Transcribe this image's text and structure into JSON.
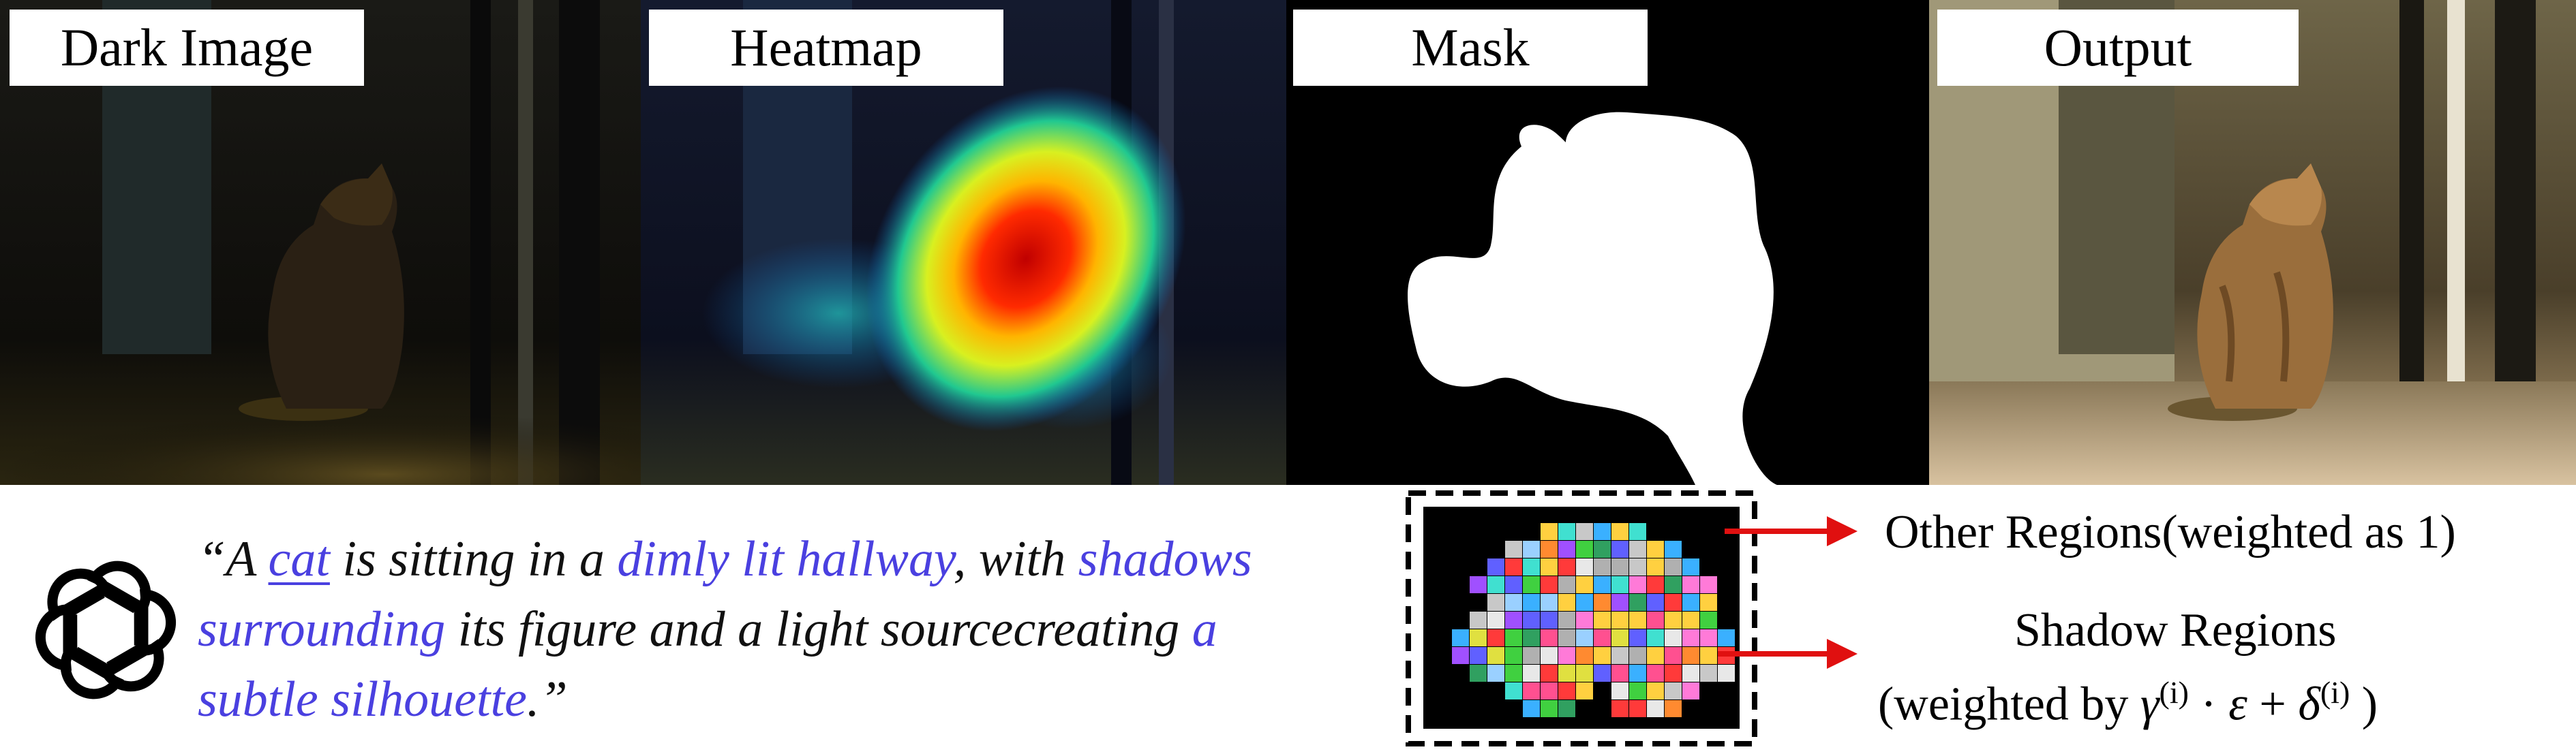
{
  "panels": [
    {
      "label": "Dark Image"
    },
    {
      "label": "Heatmap"
    },
    {
      "label": "Mask"
    },
    {
      "label": "Output"
    }
  ],
  "caption": {
    "open_quote": "“A ",
    "subject": "cat",
    "p1": " is sitting in a ",
    "h1": "dimly lit hallway",
    "p2": ", with ",
    "h2": "shadows surrounding",
    "p3": " its figure and a light sourcecreating ",
    "h3": "a subtle silhouette",
    "close_quote": ".”"
  },
  "legend": {
    "other": "Other Regions(weighted as 1)",
    "shadow_line1": "Shadow Regions",
    "shadow_line2_prefix": "(weighted by ",
    "gamma": "γ",
    "sup_i": "(i)",
    "dot": " · ",
    "epsilon": "ε",
    "plus": " + ",
    "delta": "δ",
    "suffix": " )"
  },
  "colors": {
    "highlight": "#4a40e0",
    "arrow": "#e01010"
  },
  "icons": {
    "logo": "openai-logo-icon"
  }
}
